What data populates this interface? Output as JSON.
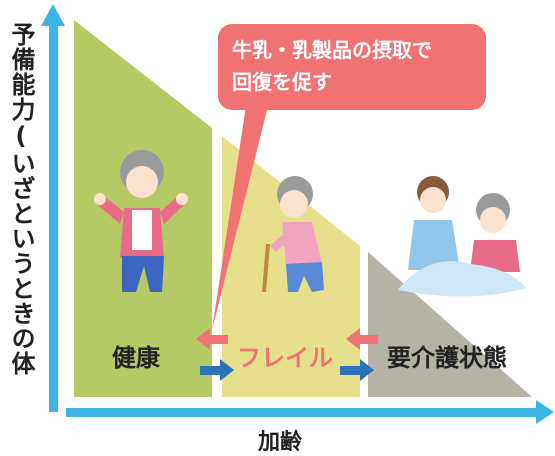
{
  "axes": {
    "y_label": "予備能力(いざというときの体力)",
    "x_label": "加齢"
  },
  "stages": [
    {
      "label": "健康",
      "color": "#b5c964"
    },
    {
      "label": "フレイル",
      "color": "#e6e08c"
    },
    {
      "label": "要介護状態",
      "color": "#b4b3a6"
    }
  ],
  "callout": {
    "line1": "牛乳・乳製品の摂取で",
    "line2": "回復を促す",
    "color": "#f07272"
  },
  "colors": {
    "axis": "#3cb5e5",
    "forward_arrow": "#2a73b8",
    "recovery_arrow": "#f07272",
    "frail_text": "#f07272"
  },
  "icons": [
    "person-cheering-icon",
    "person-with-cane-icon",
    "caregiver-with-patient-icon"
  ]
}
